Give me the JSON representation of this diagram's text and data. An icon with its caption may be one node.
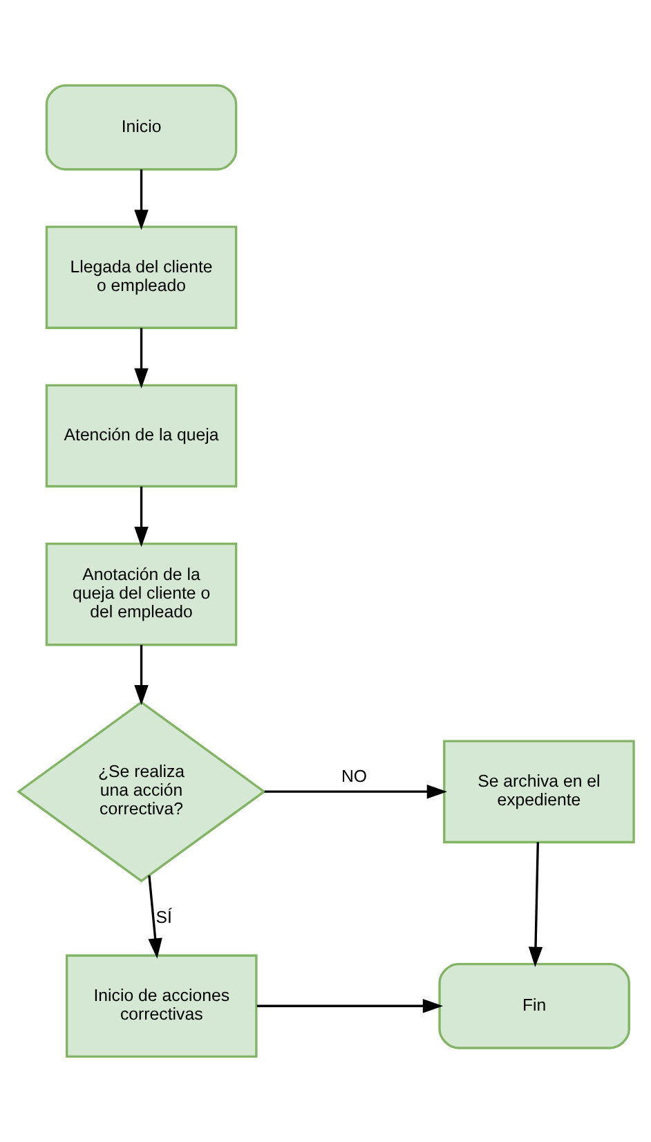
{
  "diagram": {
    "nodes": [
      {
        "text": [
          "Inicio"
        ]
      },
      {
        "text": [
          "Llegada del cliente o empleado"
        ]
      },
      {
        "text": [
          "Atención de la queja"
        ]
      },
      {
        "text": [
          "Anotación de la queja del cliente o del empleado"
        ]
      },
      {
        "text": [
          "¿Se realiza una acción correctiva?"
        ]
      },
      {
        "text": [
          "Se archiva en el expediente"
        ]
      },
      {
        "text": [
          "Inicio de acciones correctivas"
        ]
      },
      {
        "text": [
          "Fin"
        ]
      }
    ],
    "edges": [
      {
        "from": 0,
        "to": 1,
        "arrow": "to"
      },
      {
        "from": 1,
        "to": 2,
        "arrow": "to"
      },
      {
        "from": 2,
        "to": 3,
        "arrow": "to"
      },
      {
        "from": 3,
        "to": 4,
        "arrow": "to"
      },
      {
        "from": 4,
        "to": 5,
        "arrow": "to",
        "label": "NO"
      },
      {
        "from": 4,
        "to": 6,
        "arrow": "to",
        "label": "SÍ"
      },
      {
        "from": 5,
        "to": 7,
        "arrow": "to"
      },
      {
        "from": 6,
        "to": 7,
        "arrow": "to"
      }
    ]
  }
}
